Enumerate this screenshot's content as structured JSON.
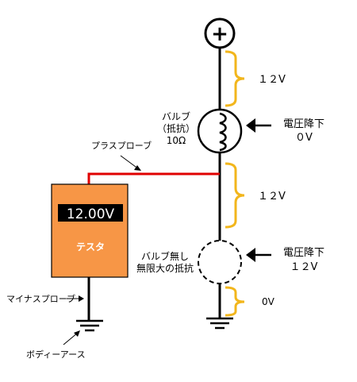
{
  "labels": {
    "plus_sign": "+",
    "voltage_top": "１２V",
    "bulb_name": "バルブ",
    "bulb_resist": "（抵抗）",
    "bulb_ohm": "10Ω",
    "drop_top_title": "電圧降下",
    "drop_top_value": "０V",
    "plus_probe": "プラスプローブ",
    "voltage_mid": "１２V",
    "tester_reading": "12.00V",
    "tester_name": "テスタ",
    "no_bulb_line1": "バルブ無し",
    "no_bulb_line2": "無限大の抵抗",
    "drop_bottom_title": "電圧降下",
    "drop_bottom_value": "１２V",
    "voltage_bottom": "0V",
    "minus_probe": "マイナスプローブ",
    "body_earth": "ボディーアース"
  },
  "colors": {
    "wire": "#000000",
    "probe_plus": "#e00000",
    "tester_body": "#f79646",
    "bracket": "#f2b61c",
    "display_bg": "#000000",
    "display_text": "#ffffff"
  }
}
